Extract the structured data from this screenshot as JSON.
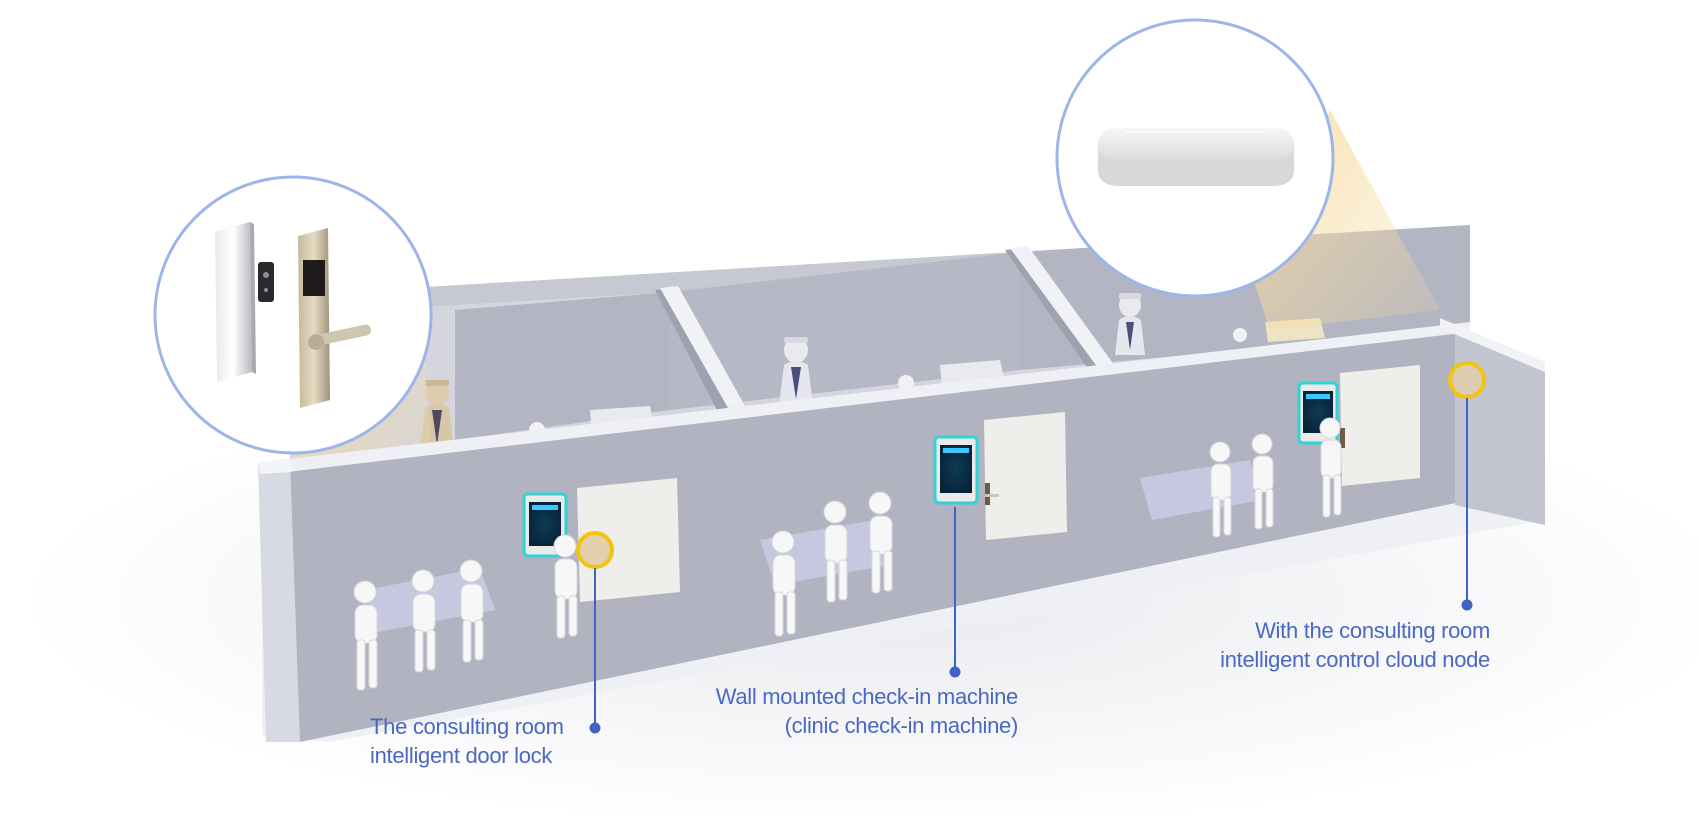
{
  "callouts": {
    "door_lock": {
      "line1": "The consulting room",
      "line2": "intelligent door lock"
    },
    "checkin": {
      "line1": "Wall mounted check-in machine",
      "line2": "(clinic check-in machine)"
    },
    "cloud_node": {
      "line1": "With the consulting room",
      "line2": "intelligent control cloud node"
    }
  },
  "colors": {
    "label": "#4a68c2",
    "leader_line": "#3f63c4",
    "highlight": "#f2c40f",
    "magnifier_ring": "#9db6ea",
    "wall": "#b8bac6",
    "floor": "#d0d2dc",
    "door": "#efeeea",
    "screen": "#27c7c9"
  },
  "icons": [
    "door-lock-icon",
    "cloud-node-box-icon",
    "check-in-kiosk-icon",
    "person-figure-icon"
  ]
}
